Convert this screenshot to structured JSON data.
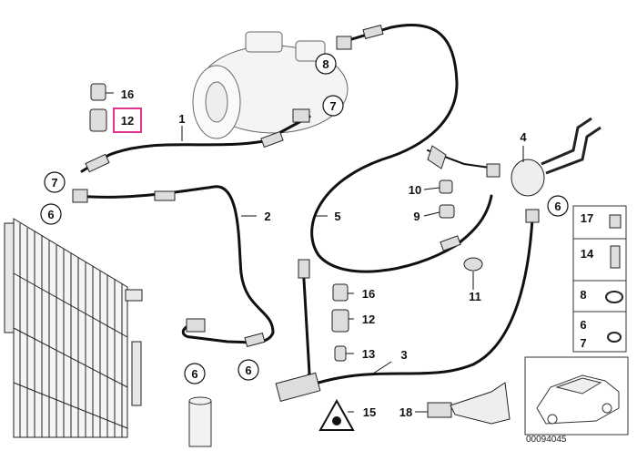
{
  "diagram": {
    "callouts": {
      "c1": "1",
      "c2": "2",
      "c3": "3",
      "c4": "4",
      "c5": "5",
      "c6a": "6",
      "c6b": "6",
      "c6c": "6",
      "c6d": "6",
      "c7a": "7",
      "c7b": "7",
      "c8": "8",
      "c9": "9",
      "c10": "10",
      "c11": "11",
      "c12a": "12",
      "c12b": "12",
      "c13": "13",
      "c15": "15",
      "c16a": "16",
      "c16b": "16",
      "c18": "18"
    },
    "legend": {
      "r17": "17",
      "r14": "14",
      "r8": "8",
      "r6": "6",
      "r7": "7"
    },
    "catalog_number": "00094045",
    "colors": {
      "highlight": "#e0358f",
      "line": "#111111"
    }
  }
}
